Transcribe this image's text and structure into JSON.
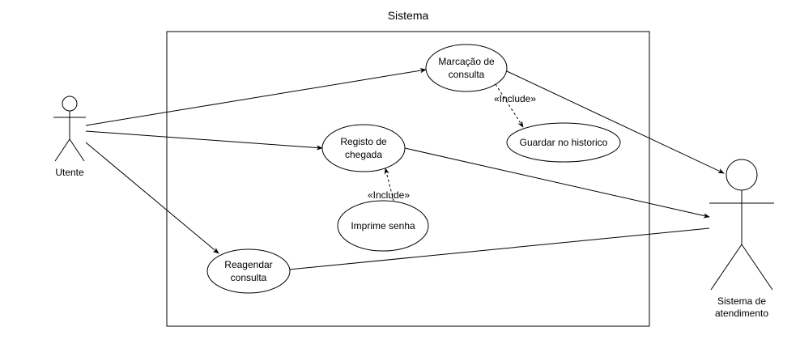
{
  "system": {
    "title": "Sistema"
  },
  "actors": {
    "utente": {
      "label": "Utente"
    },
    "sistema_atendimento": {
      "label_line1": "Sistema de",
      "label_line2": "atendimento"
    }
  },
  "use_cases": {
    "marcacao": {
      "line1": "Marcação de",
      "line2": "consulta"
    },
    "registo": {
      "line1": "Registo de",
      "line2": "chegada"
    },
    "guardar": {
      "line1": "Guardar no historico"
    },
    "imprime": {
      "line1": "Imprime senha"
    },
    "reagendar": {
      "line1": "Reagendar",
      "line2": "consulta"
    }
  },
  "relations": {
    "include_label": "«Include»"
  },
  "colors": {
    "stroke": "#000000",
    "background": "#ffffff"
  }
}
